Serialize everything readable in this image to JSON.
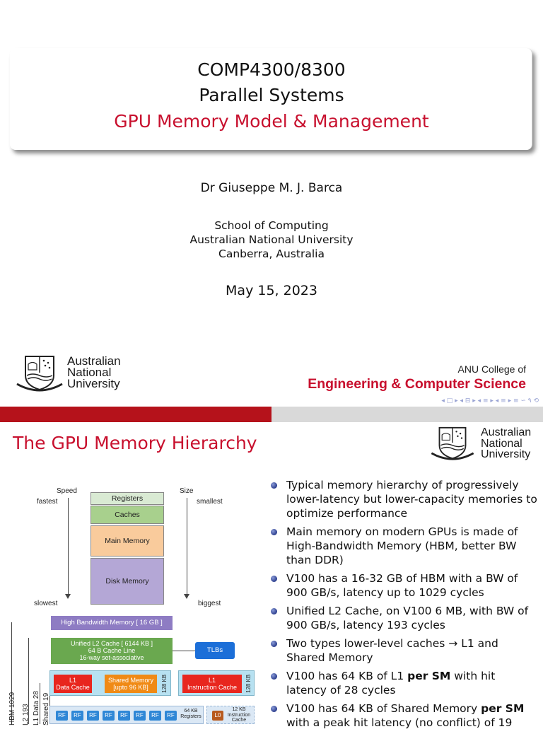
{
  "slide1": {
    "course": "COMP4300/8300",
    "subject": "Parallel Systems",
    "lecture": "GPU Memory Model & Management",
    "author": "Dr Giuseppe M. J. Barca",
    "affiliation": [
      "School of Computing",
      "Australian National University",
      "Canberra, Australia"
    ],
    "date": "May 15, 2023",
    "logo_words": [
      "Australian",
      "National",
      "University"
    ],
    "college_line1": "ANU College of",
    "college_line2": "Engineering & Computer Science",
    "nav_glyphs": "◂ □ ▸ ◂ ⊟ ▸ ◂ ≡ ▸ ◂ ≡ ▸ ≡ ∽ ۹ ⟲"
  },
  "slide2": {
    "title": "The GPU Memory Hierarchy",
    "logo_words": [
      "Australian",
      "National",
      "University"
    ],
    "bullets": [
      "Typical memory hierarchy of progressively lower-latency but lower-capacity memories to optimize performance",
      "Main memory on modern GPUs is made of High-Bandwidth Memory (HBM, better BW than DDR)",
      "V100 has a 16-32 GB of HBM with a BW of 900 GB/s, latency up to 1029 cycles",
      "Unified L2 Cache, on V100 6 MB, with BW of 900 GB/s, latency 193 cycles",
      "Two types lower-level caches → L1 and Shared Memory",
      [
        "V100 has 64 KB of L1 ",
        "per SM",
        " with hit latency of 28 cycles"
      ],
      [
        "V100 has 64 KB of Shared Memory ",
        "per SM",
        " with a peak hit latency (no conflict) of 19"
      ]
    ],
    "diagram": {
      "speed": "Speed",
      "fastest": "fastest",
      "slowest": "slowest",
      "size": "Size",
      "smallest": "smallest",
      "biggest": "biggest",
      "levels": [
        "Registers",
        "Caches",
        "Main Memory",
        "Disk Memory"
      ],
      "hbm": "High Bandwidth Memory [ 16 GB ]",
      "l2": [
        "Unified L2 Cache [ 6144 KB ]",
        "64 B Cache Line",
        "16-way set-associative"
      ],
      "tlbs": "TLBs",
      "l1": [
        "L1",
        "Data Cache"
      ],
      "shared": [
        "Shared Memory",
        "[upto 96 KB]"
      ],
      "kb128": "128 KB",
      "l1i": [
        "L1",
        "Instruction Cache"
      ],
      "rf": "RF",
      "regs": [
        "64 KB",
        "Registers"
      ],
      "l0": "L0",
      "icache": [
        "12 KB",
        "Instruction",
        "Cache"
      ],
      "latencies": [
        "HBM 1029",
        "L2 193",
        "L1 Data 28",
        "Shared 19"
      ]
    }
  }
}
